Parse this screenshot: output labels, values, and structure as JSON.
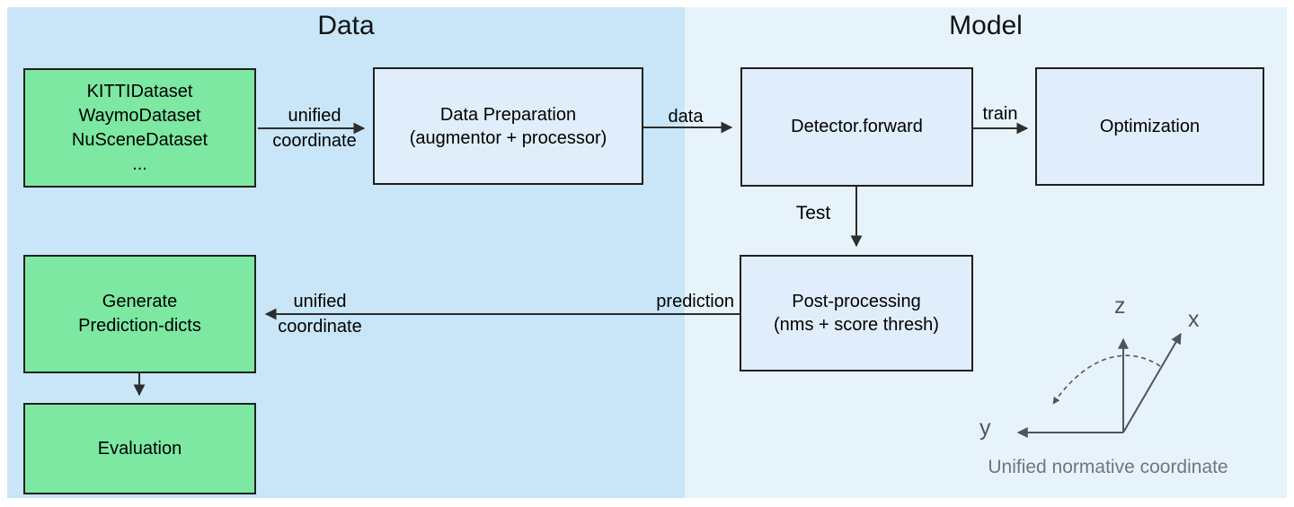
{
  "panels": {
    "data": {
      "title": "Data"
    },
    "model": {
      "title": "Model"
    }
  },
  "boxes": {
    "datasets": {
      "lines": [
        "KITTIDataset",
        "WaymoDataset",
        "NuSceneDataset",
        "..."
      ]
    },
    "data_preparation": {
      "lines": [
        "Data Preparation",
        "(augmentor + processor)"
      ]
    },
    "detector": {
      "label": "Detector.forward"
    },
    "optimization": {
      "label": "Optimization"
    },
    "post_processing": {
      "lines": [
        "Post-processing",
        "(nms + score thresh)"
      ]
    },
    "generate": {
      "lines": [
        "Generate",
        "Prediction-dicts"
      ]
    },
    "evaluation": {
      "label": "Evaluation"
    }
  },
  "edges": {
    "unified_coordinate_top": {
      "lines": [
        "unified",
        "coordinate"
      ]
    },
    "data": "data",
    "train": "train",
    "test": "Test",
    "prediction": "prediction",
    "unified_coordinate_bottom": {
      "lines": [
        "unified",
        "coordinate"
      ]
    }
  },
  "axes": {
    "z": "z",
    "x": "x",
    "y": "y",
    "caption": "Unified normative coordinate"
  },
  "colors": {
    "panel_left": "#c9e6f8",
    "panel_right": "#e7f3fb",
    "box_green": "#7ce8a2",
    "box_blue": "#dfeefa",
    "axes_gray": "#4e565b",
    "caption_gray": "#6d777c"
  }
}
